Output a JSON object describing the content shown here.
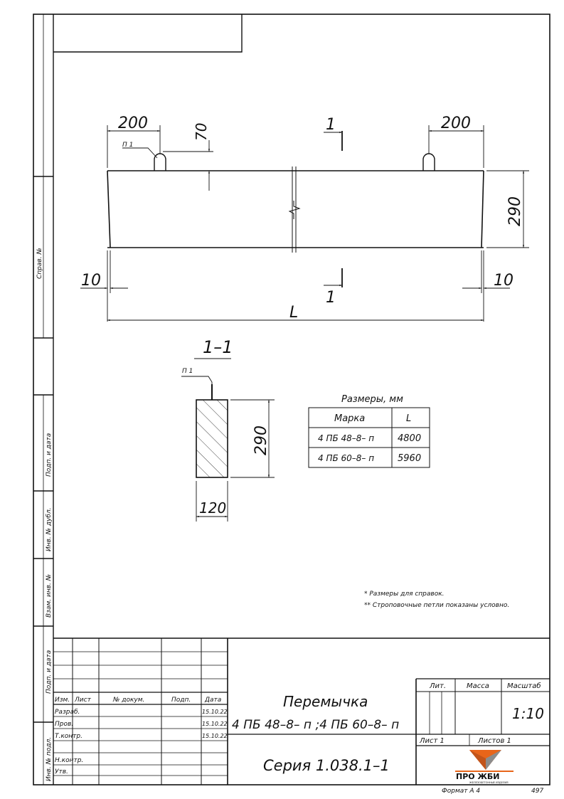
{
  "side_labels": {
    "sprav_no": "Справ. №",
    "podp_data_1": "Подп. и дата",
    "inv_dubl": "Инв. № дубл.",
    "vzam_inv": "Взам. инв. №",
    "podp_data_2": "Подп. и дата",
    "inv_podl": "Инв. № подл."
  },
  "elevation": {
    "dim_top_left": "200",
    "dim_top_right": "200",
    "dim_loop_height": "70",
    "section_mark_top": "1",
    "section_mark_bottom": "1",
    "loop_label": "П 1",
    "dim_height": "290",
    "dim_left_offset": "10",
    "dim_right_offset": "10",
    "dim_length": "L"
  },
  "section": {
    "title": "1–1",
    "loop_label": "П 1",
    "dim_height": "290",
    "dim_width": "120"
  },
  "size_table": {
    "caption": "Размеры, мм",
    "headers": [
      "Марка",
      "L"
    ],
    "rows": [
      [
        "4 ПБ 48–8– п",
        "4800"
      ],
      [
        "4 ПБ 60–8– п",
        "5960"
      ]
    ]
  },
  "notes": [
    "* Размеры для справок.",
    "** Строповочные петли показаны условно."
  ],
  "title_block": {
    "col_headers": [
      "Изм.",
      "Лист",
      "№ докум.",
      "Подп.",
      "Дата"
    ],
    "people_rows": [
      {
        "role": "Разраб.",
        "date": "15.10.22"
      },
      {
        "role": "Пров.",
        "date": "15.10.22"
      },
      {
        "role": "Т.контр.",
        "date": "15.10.22"
      },
      {
        "role": "",
        "date": ""
      },
      {
        "role": "Н.контр.",
        "date": ""
      },
      {
        "role": "Утв.",
        "date": ""
      }
    ],
    "title_line1": "Перемычка",
    "title_line2": "4 ПБ 48–8– п ;4 ПБ 60–8– п",
    "lit_label": "Лит.",
    "mass_label": "Масса",
    "scale_label": "Масштаб",
    "scale_value": "1:10",
    "sheet_label": "Лист  1",
    "sheets_label": "Листов  1",
    "series": "Серия  1.038.1–1",
    "logo_text": "ПРО ЖБИ",
    "logo_sub": "ЖЕЛЕЗОБЕТОННЫЕ ИЗДЕЛИЯ",
    "logo_color": "#e8651a"
  },
  "footer": {
    "format": "Формат А 4",
    "page_number": "497"
  }
}
